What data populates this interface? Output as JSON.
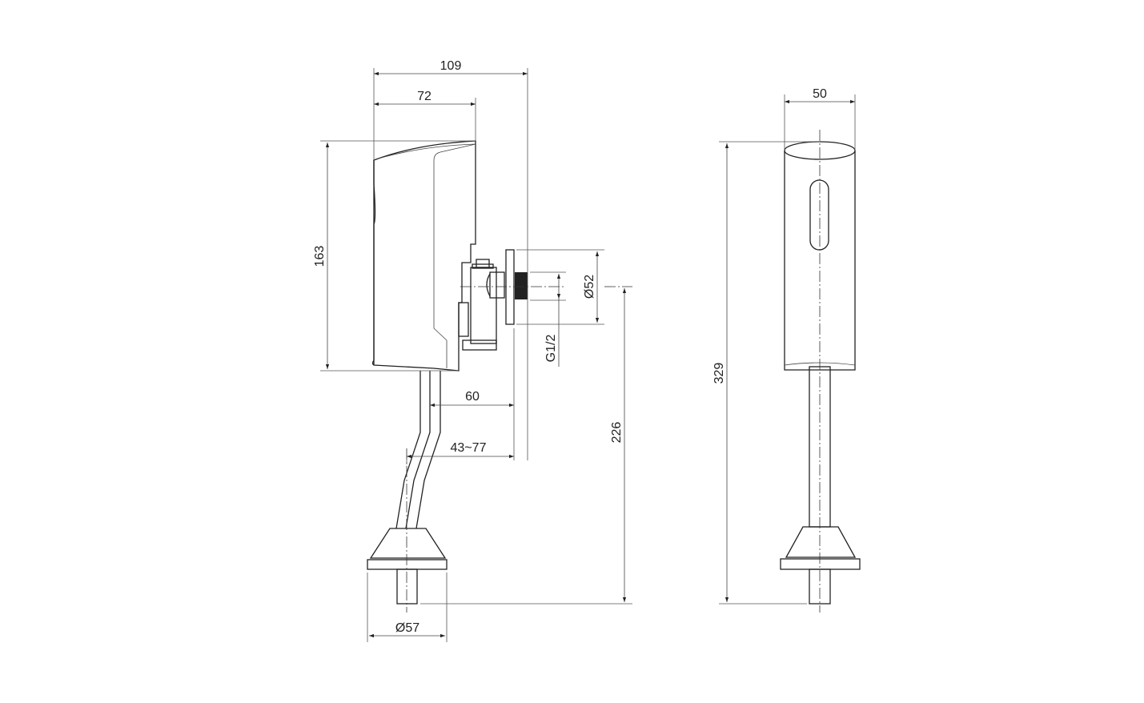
{
  "drawing": {
    "type": "technical dimension drawing",
    "subject": "sensor urinal flush valve (side view and front view)",
    "side_view": {
      "dimensions": {
        "overall_depth": "109",
        "body_depth": "72",
        "body_height": "163",
        "flange_diameter": "Ø52",
        "thread": "G1/2",
        "pipe_offset": "60",
        "adjustable_offset": "43~77",
        "inlet_to_outlet_height": "226",
        "escutcheon_diameter": "Ø57"
      }
    },
    "front_view": {
      "dimensions": {
        "body_width": "50",
        "overall_height": "329"
      }
    }
  }
}
